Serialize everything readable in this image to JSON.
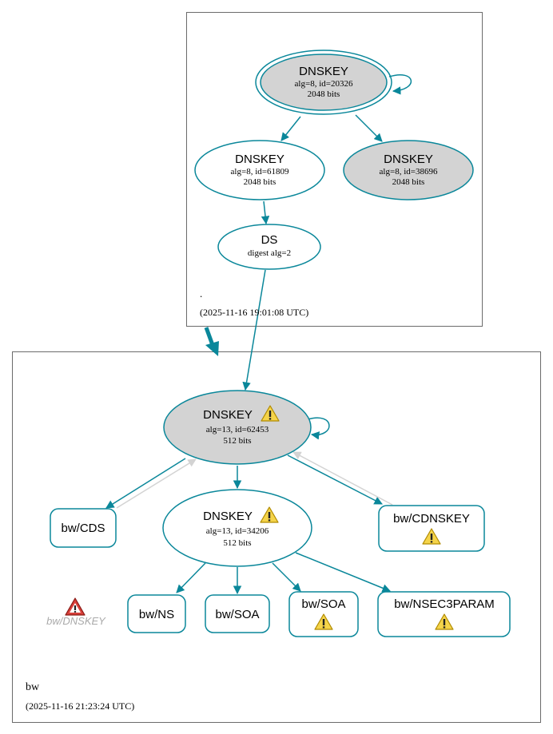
{
  "colors": {
    "edge": "#0a879a",
    "node_fill_ksk": "#d3d3d3",
    "node_fill_zsk": "#ffffff",
    "border": "#6b6b6b",
    "faded_edge": "#d3d3d3",
    "warning_fill": "#f5d44a",
    "error_fill": "#d9403a"
  },
  "root_zone": {
    "name": ".",
    "timestamp": "(2025-11-16 19:01:08 UTC)",
    "nodes": {
      "ksk": {
        "title": "DNSKEY",
        "line1": "alg=8, id=20326",
        "line2": "2048 bits"
      },
      "zsk": {
        "title": "DNSKEY",
        "line1": "alg=8, id=61809",
        "line2": "2048 bits"
      },
      "standby": {
        "title": "DNSKEY",
        "line1": "alg=8, id=38696",
        "line2": "2048 bits"
      },
      "ds": {
        "title": "DS",
        "line1": "digest alg=2"
      }
    }
  },
  "bw_zone": {
    "name": "bw",
    "timestamp": "(2025-11-16 21:23:24 UTC)",
    "nodes": {
      "ksk": {
        "title": "DNSKEY",
        "line1": "alg=13, id=62453",
        "line2": "512 bits",
        "icon": "warning-icon"
      },
      "zsk": {
        "title": "DNSKEY",
        "line1": "alg=13, id=34206",
        "line2": "512 bits",
        "icon": "warning-icon"
      },
      "cds": {
        "label": "bw/CDS"
      },
      "cdnskey": {
        "label": "bw/CDNSKEY",
        "icon": "warning-icon"
      },
      "ns": {
        "label": "bw/NS"
      },
      "soa1": {
        "label": "bw/SOA"
      },
      "soa2": {
        "label": "bw/SOA",
        "icon": "warning-icon"
      },
      "nsec3param": {
        "label": "bw/NSEC3PARAM",
        "icon": "warning-icon"
      },
      "dnskey_error": {
        "label": "bw/DNSKEY",
        "icon": "error-icon"
      }
    }
  }
}
